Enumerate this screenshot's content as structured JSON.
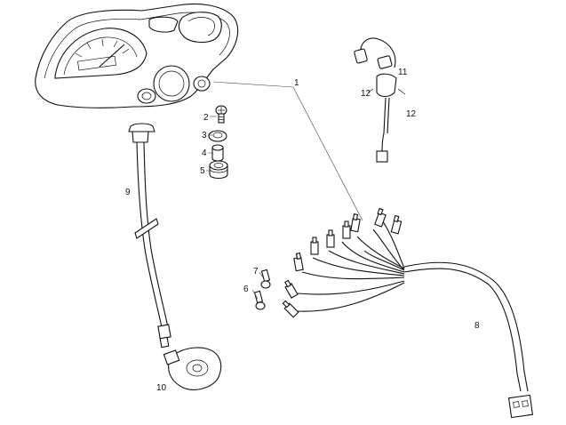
{
  "diagram": {
    "callouts": [
      {
        "id": "1",
        "text": "1"
      },
      {
        "id": "2",
        "text": "2"
      },
      {
        "id": "3",
        "text": "3"
      },
      {
        "id": "4",
        "text": "4"
      },
      {
        "id": "5",
        "text": "5"
      },
      {
        "id": "6",
        "text": "6"
      },
      {
        "id": "7",
        "text": "7"
      },
      {
        "id": "8",
        "text": "8"
      },
      {
        "id": "9",
        "text": "9"
      },
      {
        "id": "10",
        "text": "10"
      },
      {
        "id": "11",
        "text": "11"
      },
      {
        "id": "12a",
        "text": "12"
      },
      {
        "id": "12b",
        "text": "12"
      }
    ]
  }
}
